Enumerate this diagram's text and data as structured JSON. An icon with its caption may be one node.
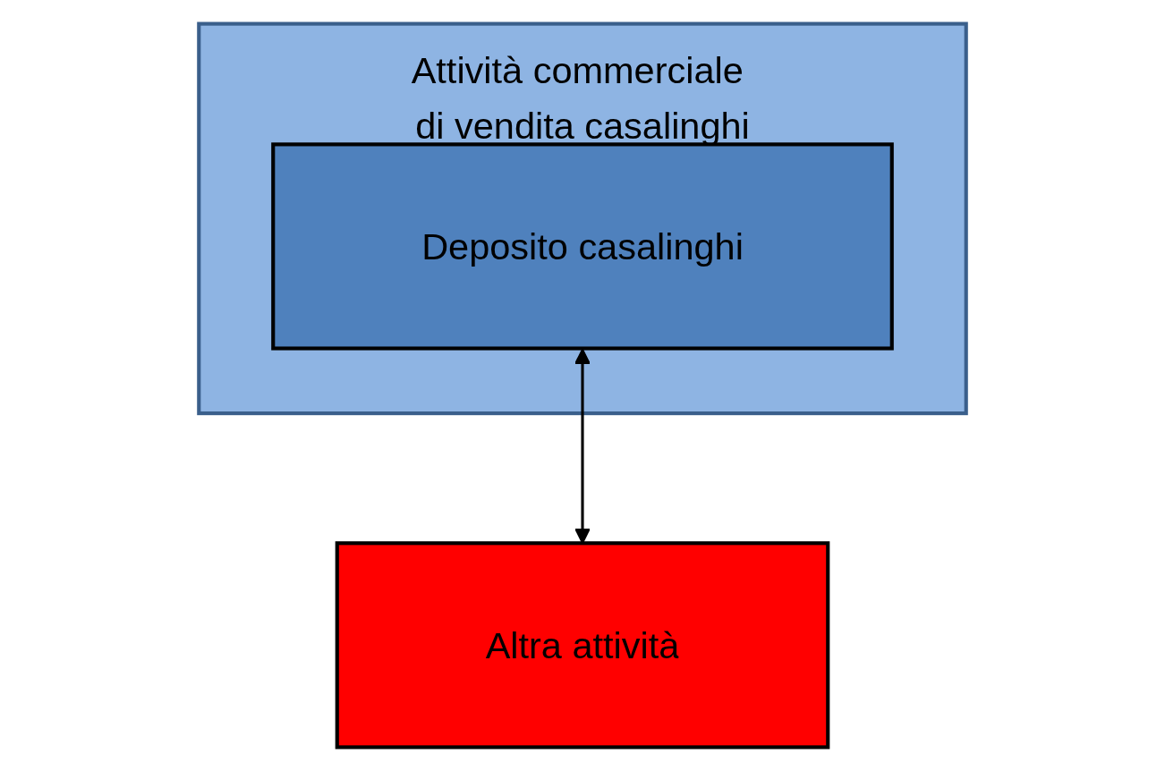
{
  "diagram": {
    "nodes": [
      {
        "text": [
          "Attività commerciale di vendita casalinghi"
        ]
      },
      {
        "text": [
          "Deposito casalinghi"
        ],
        "in": 0
      },
      {
        "text": [
          "Altra attività"
        ]
      }
    ],
    "edges": [
      {
        "from": 1,
        "to": 2,
        "arrow": "both"
      }
    ]
  }
}
